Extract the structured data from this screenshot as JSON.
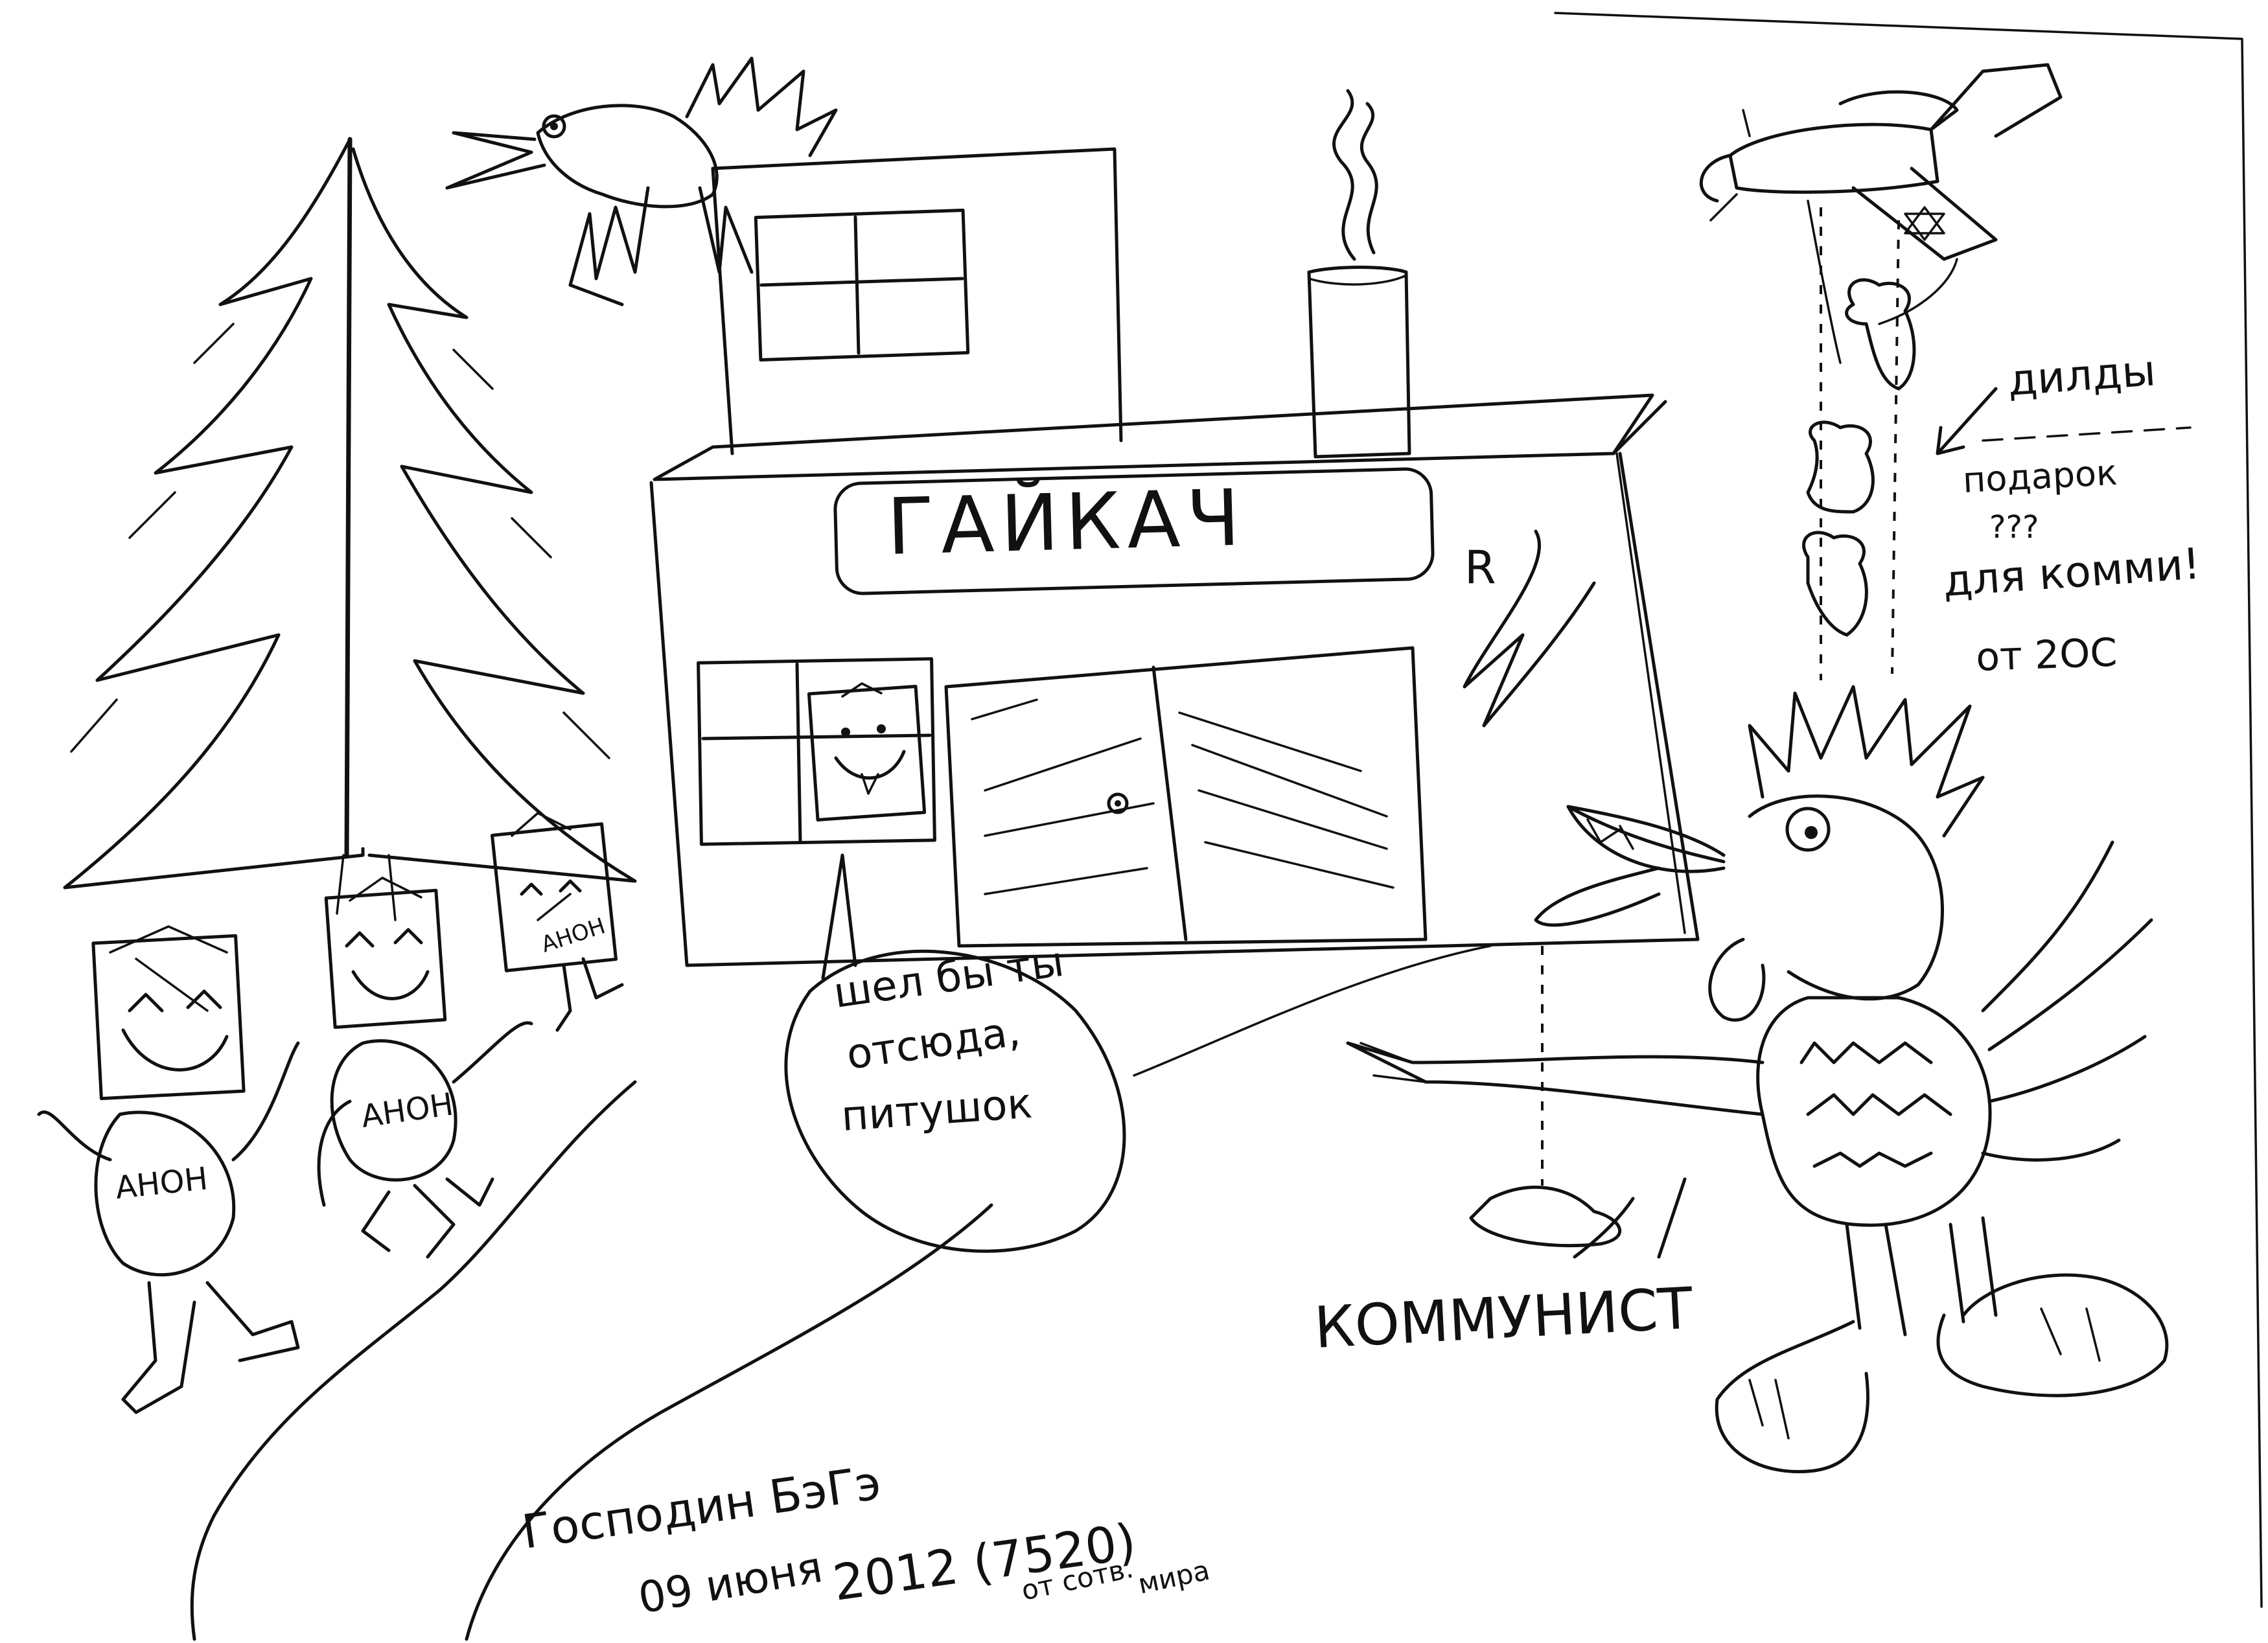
{
  "sign": {
    "text": "ГАЙКАЧ"
  },
  "speech": {
    "line1": "шел бы ты",
    "line2": "отсюда,",
    "line3": "питушок"
  },
  "anon_label": "АНОН",
  "note": {
    "line1": "дилды",
    "line2": "подарок",
    "line3": "???",
    "line4": "для комми!",
    "line5": "от 2ОС"
  },
  "communist_label": "КОММУНИСТ",
  "signature": {
    "line1": "Господин БэГэ",
    "line2": "09 июня",
    "line3": "2012 (7520)",
    "line4": "от сотв.",
    "line5": "мира"
  },
  "wall_mark": "R",
  "colors": {
    "ink": "#111111",
    "paper": "#ffffff"
  }
}
